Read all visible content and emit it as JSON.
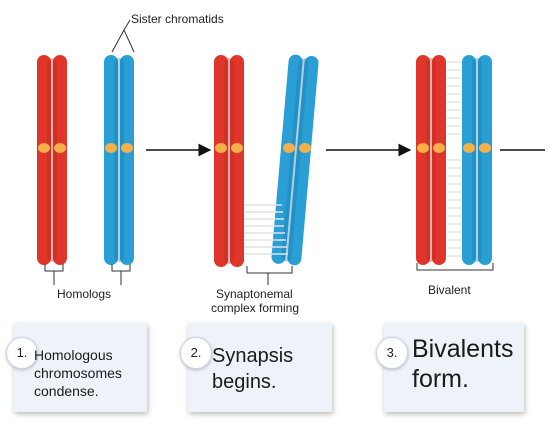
{
  "labels": {
    "sister_chromatids": "Sister chromatids",
    "homologs": "Homologs",
    "synaptonemal_line1": "Synaptonemal",
    "synaptonemal_line2": "complex forming",
    "bivalent": "Bivalent"
  },
  "steps": [
    {
      "number": "1.",
      "line1": "Homologous",
      "line2": "chromosomes",
      "line3": "condense."
    },
    {
      "number": "2.",
      "line1": "Synapsis",
      "line2": "begins."
    },
    {
      "number": "3.",
      "line1": "Bivalents",
      "line2": "form."
    }
  ],
  "colors": {
    "maternal": "#e0352b",
    "paternal": "#2a9fd6",
    "centromere": "#f6b04a",
    "synaptonemal_complex": "#e8e8e8",
    "card_bg": "#eef3fa"
  }
}
